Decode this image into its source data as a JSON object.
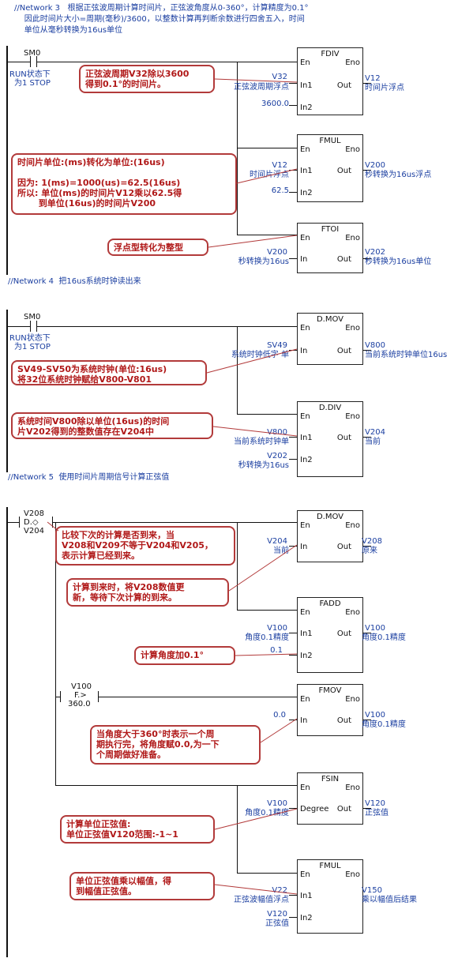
{
  "network3": {
    "header": "//Network 3   根据正弦波周期计算时间片，正弦波角度从0-360°，计算精度为0.1°\n    因此时间片大小=周期(毫秒)/3600，以整数计算再判断余数进行四舍五入，时间\n    单位从毫秒转换为16us单位",
    "contact": {
      "addr": "SM0",
      "note1": "RUN状态下",
      "note2": "为1 STOP"
    },
    "fdiv": {
      "name": "FDIV",
      "en": "En",
      "eno": "Eno",
      "in1": "In1",
      "in2": "In2",
      "out": "Out",
      "in1_addr": "V32",
      "in1_desc": "正弦波周期浮点",
      "in2_val": "3600.0",
      "out_addr": "V12",
      "out_desc": "时间片浮点",
      "note": "正弦波周期V32除以3600\n得到0.1°的时间片。"
    },
    "fmul": {
      "name": "FMUL",
      "en": "En",
      "eno": "Eno",
      "in1": "In1",
      "in2": "In2",
      "out": "Out",
      "in1_addr": "V12",
      "in1_desc": "时间片浮点",
      "in2_val": "62.5",
      "out_addr": "V200",
      "out_desc": "秒转换为16us浮点",
      "note": "时间片单位:(ms)转化为单位:(16us)\n\n因为: 1(ms)=1000(us)=62.5(16us)\n所以: 单位(ms)的时间片V12乘以62.5得\n       到单位(16us)的时间片V200"
    },
    "ftoi": {
      "name": "FTOI",
      "en": "En",
      "eno": "Eno",
      "in": "In",
      "out": "Out",
      "in_addr": "V200",
      "in_desc": "秒转换为16us",
      "out_addr": "V202",
      "out_desc": "秒转换为16us单位",
      "note": "浮点型转化为整型"
    }
  },
  "network4": {
    "header": "//Network 4  把16us系统时钟读出来",
    "contact": {
      "addr": "SM0",
      "note1": "RUN状态下",
      "note2": "为1 STOP"
    },
    "dmov": {
      "name": "D.MOV",
      "en": "En",
      "eno": "Eno",
      "in": "In",
      "out": "Out",
      "in_addr": "SV49",
      "in_desc": "系统时钟低字 单",
      "out_addr": "V800",
      "out_desc": "当前系统时钟单位16us",
      "note": "SV49-SV50为系统时钟(单位:16us)\n将32位系统时钟赋给V800-V801"
    },
    "ddiv": {
      "name": "D.DIV",
      "en": "En",
      "eno": "Eno",
      "in1": "In1",
      "in2": "In2",
      "out": "Out",
      "in1_addr": "V800",
      "in1_desc": "当前系统时钟单",
      "in2_addr": "V202",
      "in2_desc": "秒转换为16us",
      "out_addr": "V204",
      "out_desc": "当前",
      "note": "系统时间V800除以单位(16us)的时间\n片V202得到的整数值存在V204中"
    }
  },
  "network5": {
    "header": "//Network 5  使用时间片周期信号计算正弦值",
    "cmp1": {
      "addr": "V208",
      "op": "D.◇",
      "ref": "V204"
    },
    "note_compare": "比较下次的计算是否到来，当\nV208和V209不等于V204和V205，\n表示计算已经到来。",
    "dmov": {
      "name": "D.MOV",
      "en": "En",
      "eno": "Eno",
      "in": "In",
      "out": "Out",
      "in_addr": "V204",
      "in_desc": "当前",
      "out_addr": "V208",
      "out_desc": "原来",
      "note": "计算到来时，将V208数值更\n新，等待下次计算的到来。"
    },
    "fadd": {
      "name": "FADD",
      "en": "En",
      "eno": "Eno",
      "in1": "In1",
      "in2": "In2",
      "out": "Out",
      "in1_addr": "V100",
      "in1_desc": "角度0.1精度",
      "in2_val": "0.1",
      "out_addr": "V100",
      "out_desc": "角度0.1精度",
      "note": "计算角度加0.1°"
    },
    "cmp2": {
      "addr": "V100",
      "op": "F.>",
      "ref": "360.0"
    },
    "fmov": {
      "name": "FMOV",
      "en": "En",
      "eno": "Eno",
      "in": "In",
      "out": "Out",
      "in_val": "0.0",
      "out_addr": "V100",
      "out_desc": "角度0.1精度",
      "note": "当角度大于360°时表示一个周\n期执行完，将角度赋0.0,为一下\n个周期做好准备。"
    },
    "fsin": {
      "name": "FSIN",
      "en": "En",
      "eno": "Eno",
      "in": "Degree",
      "out": "Out",
      "in_addr": "V100",
      "in_desc": "角度0.1精度",
      "out_addr": "V120",
      "out_desc": "正弦值",
      "note": "计算单位正弦值:\n单位正弦值V120范围:-1~1"
    },
    "fmul": {
      "name": "FMUL",
      "en": "En",
      "eno": "Eno",
      "in1": "In1",
      "in2": "In2",
      "out": "Out",
      "in1_addr": "V22",
      "in1_desc": "正弦波幅值浮点",
      "in2_addr": "V120",
      "in2_desc": "正弦值",
      "out_addr": "V150",
      "out_desc": "乘以幅值后结果",
      "note": "单位正弦值乘以幅值，得\n到幅值正弦值。"
    }
  }
}
